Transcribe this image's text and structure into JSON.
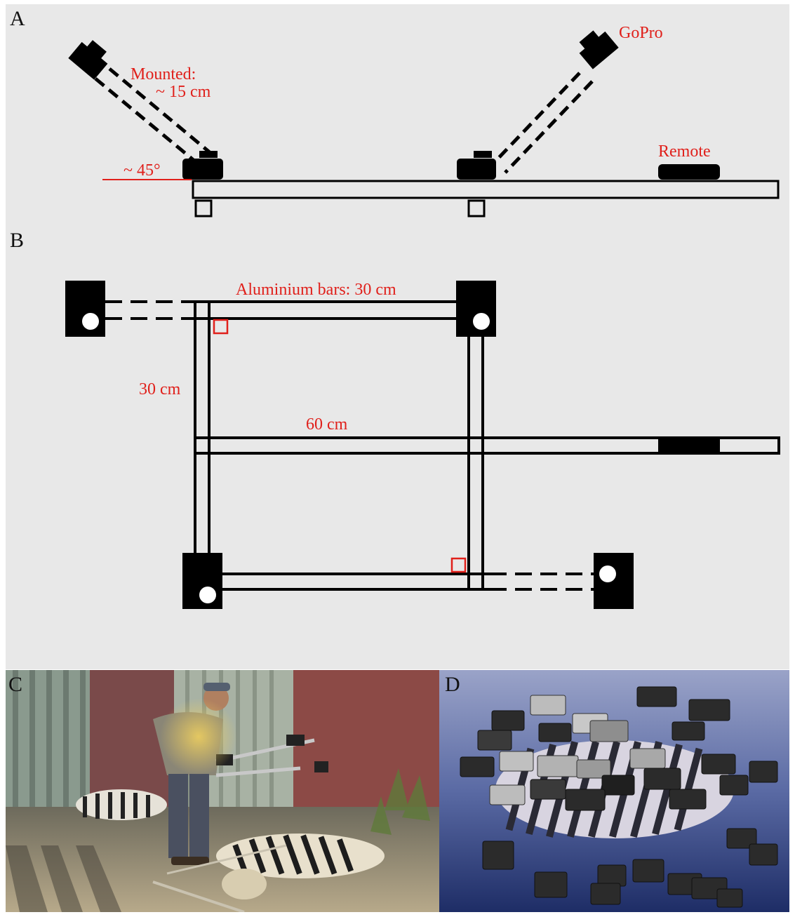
{
  "colors": {
    "background": "#e8e8e8",
    "annotation": "#e0201b",
    "ink": "#000000",
    "photo_sky": "#2a3a6e"
  },
  "panel_a": {
    "letter": "A",
    "labels": {
      "mounted_line1": "Mounted:",
      "mounted_line2": "~ 15 cm",
      "angle": "~ 45°",
      "gopro": "GoPro",
      "remote": "Remote"
    }
  },
  "panel_b": {
    "letter": "B",
    "labels": {
      "aluminium_bars": "Aluminium bars: 30 cm",
      "side_length": "30 cm",
      "crossbar_length": "60 cm"
    }
  },
  "panel_c": {
    "letter": "C",
    "content": "photo"
  },
  "panel_d": {
    "letter": "D",
    "content": "3d-reconstruction"
  }
}
